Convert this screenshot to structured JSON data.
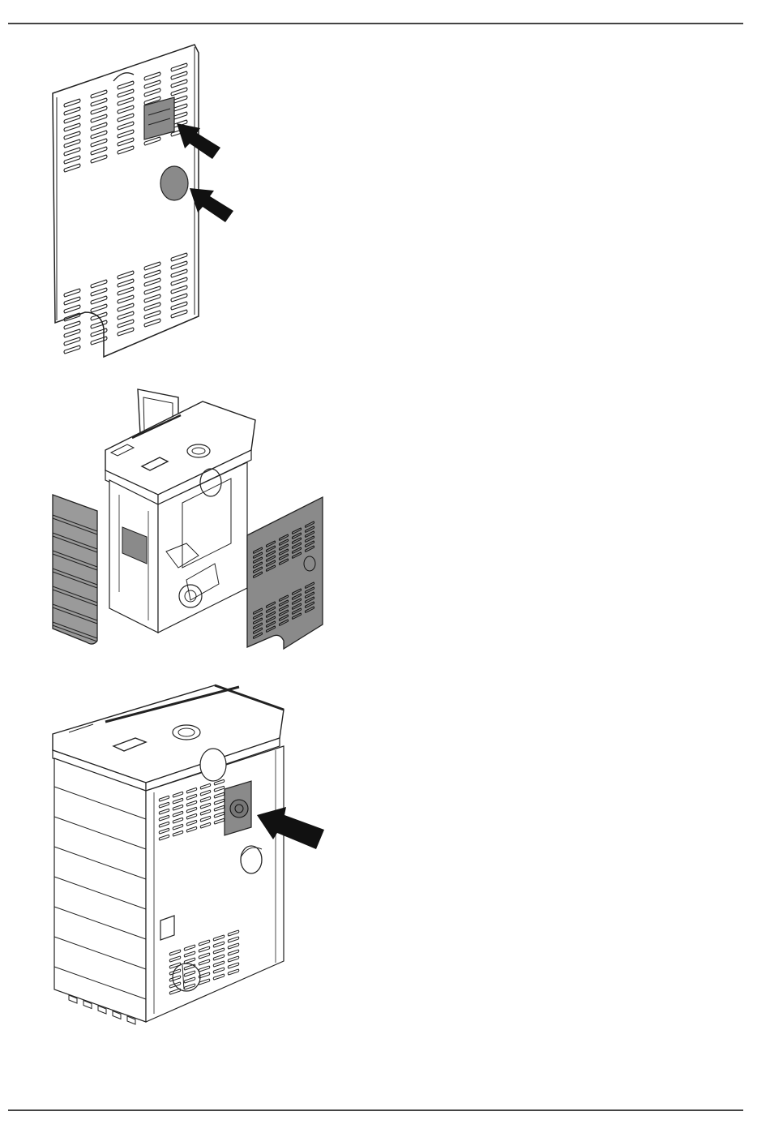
{
  "page": {
    "header_rule": true,
    "footer_rule": true
  },
  "figures": [
    {
      "id": "rear-panel",
      "icon": "vented-panel-illustration",
      "callouts": 2
    },
    {
      "id": "exploded-stove",
      "icon": "stove-exploded-illustration",
      "callouts": 0
    },
    {
      "id": "assembled-stove",
      "icon": "stove-rear-illustration",
      "callouts": 1
    }
  ],
  "colors": {
    "line": "#222222",
    "panel_fill": "#ffffff",
    "highlight_fill": "#8a8a8a",
    "shadow_fill": "#9a9a9a",
    "arrow": "#111111"
  }
}
